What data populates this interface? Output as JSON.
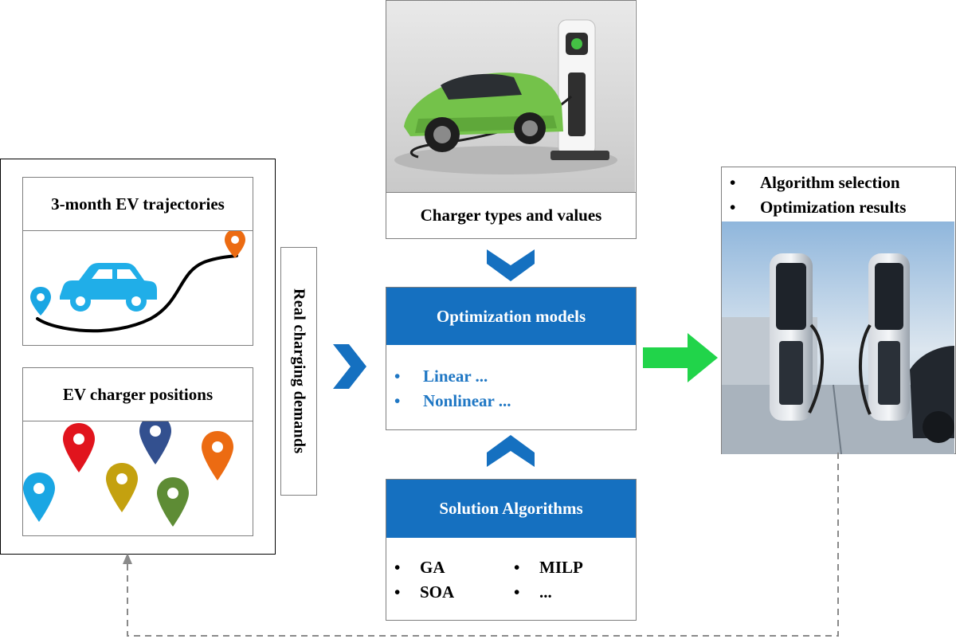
{
  "left_panel": {
    "trajectories": {
      "title": "3-month EV trajectories"
    },
    "positions": {
      "title": "EV charger positions"
    }
  },
  "real_demands": {
    "label": "Real charging demands"
  },
  "charger_types": {
    "caption": "Charger types and values"
  },
  "optimization_models": {
    "title": "Optimization models",
    "items": [
      "Linear ...",
      "Nonlinear ..."
    ]
  },
  "solution_algorithms": {
    "title": "Solution Algorithms",
    "col1": [
      "GA",
      "SOA"
    ],
    "col2": [
      "MILP",
      "..."
    ]
  },
  "results": {
    "items": [
      "Algorithm selection",
      "Optimization results"
    ]
  },
  "colors": {
    "blue": "#1570c0",
    "green_arrow": "#21d44a",
    "pin_red": "#e1141d",
    "pin_navy": "#33508f",
    "pin_orange": "#ec6b12",
    "pin_cyan": "#1aa6e3",
    "pin_gold": "#c4a10f",
    "pin_green": "#5e8c35",
    "car_blue": "#20aee8"
  }
}
